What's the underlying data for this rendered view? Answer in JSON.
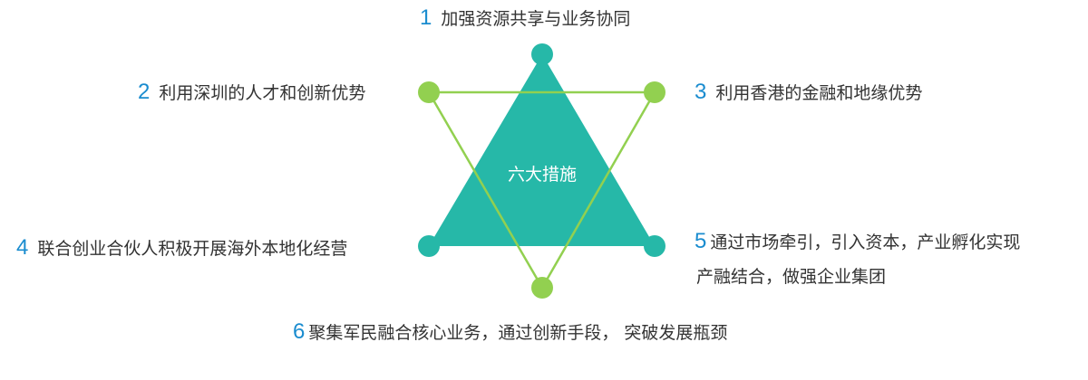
{
  "center_label": "六大措施",
  "colors": {
    "teal": "#26b8a8",
    "green": "#92d050",
    "number": "#1a8ccf",
    "text": "#333333"
  },
  "measures": [
    {
      "num": "1",
      "text": "加强资源共享与业务协同"
    },
    {
      "num": "2",
      "text": "利用深圳的人才和创新优势"
    },
    {
      "num": "3",
      "text": "利用香港的金融和地缘优势"
    },
    {
      "num": "4",
      "text": "联合创业合伙人积极开展海外本地化经营"
    },
    {
      "num": "5",
      "text": "通过市场牵引，引入资本，产业孵化实现",
      "text2": "产融结合，做强企业集团"
    },
    {
      "num": "6",
      "text": "聚集军民融合核心业务，通过创新手段， 突破发展瓶颈"
    }
  ]
}
